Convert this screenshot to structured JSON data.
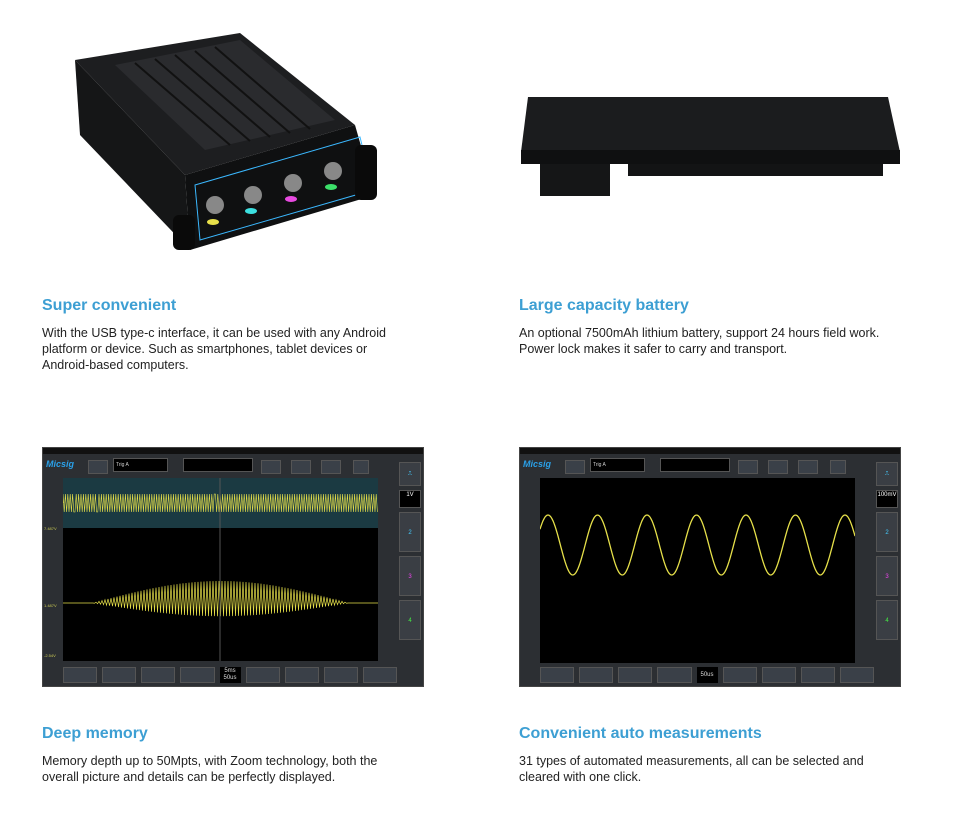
{
  "sections": [
    {
      "title": "Super convenient",
      "text": "With the USB type-c interface, it can be used with any Android platform or device. Such as smartphones, tablet devices or Android-based computers."
    },
    {
      "title": "Large capacity battery",
      "text": "An optional 7500mAh lithium battery, support 24 hours field work. Power lock makes it safer to carry and transport."
    },
    {
      "title": "Deep memory",
      "text": "Memory depth up to 50Mpts, with Zoom technology, both the overall picture and details can be perfectly displayed."
    },
    {
      "title": "Convenient auto measurements",
      "text": "31 types of automated measurements, all can be selected and cleared with one click."
    }
  ],
  "scope1": {
    "logo": "Micsig",
    "trig": "Trig A",
    "timebase": "5ms",
    "timebase2": "50us",
    "volts": "1V",
    "ch2": "2",
    "ch3": "3",
    "ch4": "4"
  },
  "scope2": {
    "logo": "Micsig",
    "trig": "Trig A",
    "timebase": "50us",
    "volts": "100mV",
    "ch2": "2",
    "ch3": "3",
    "ch4": "4"
  },
  "colors": {
    "heading": "#3d9fd3",
    "trace": "#e6e04a"
  }
}
